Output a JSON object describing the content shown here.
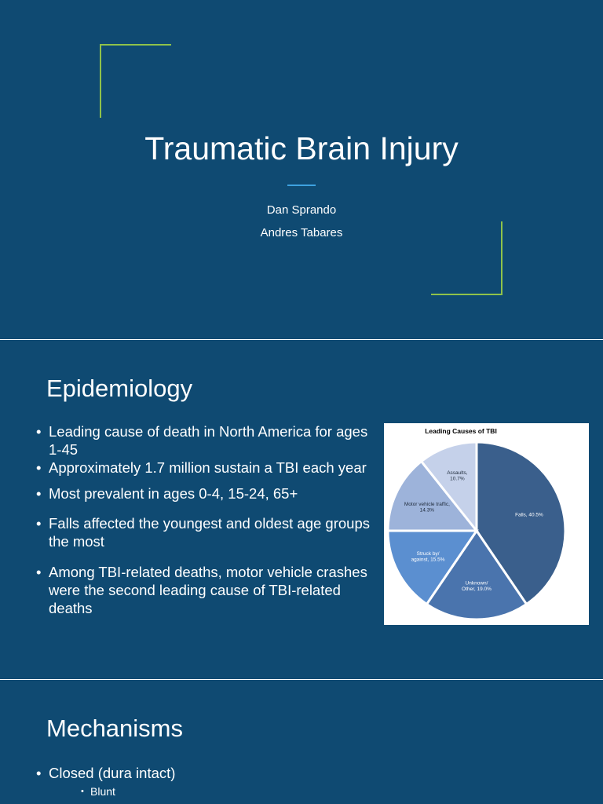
{
  "slides": {
    "title_slide": {
      "title": "Traumatic Brain Injury",
      "authors": [
        "Dan Sprando",
        "Andres Tabares"
      ]
    },
    "epidemiology": {
      "heading": "Epidemiology",
      "bullets": [
        "Leading cause of death in North America for ages 1-45",
        "Approximately 1.7 million sustain a TBI each year",
        "Most prevalent in ages 0-4, 15-24, 65+",
        "Falls affected the youngest and oldest age groups the most",
        "Among TBI-related deaths, motor vehicle crashes were the second leading cause of TBI-related deaths"
      ]
    },
    "mechanisms": {
      "heading": "Mechanisms",
      "bullets": [
        "Closed (dura intact)"
      ],
      "sub_bullets": [
        "Blunt"
      ]
    }
  },
  "colors": {
    "slide_bg": "#0f4a72",
    "accent_green": "#8fc24a",
    "accent_blue": "#3ea2e0"
  },
  "chart_data": {
    "type": "pie",
    "title": "Leading Causes of TBI",
    "slices": [
      {
        "label": "Falls, 40.5%",
        "value": 40.5,
        "color": "#3a5f8c"
      },
      {
        "label": "Unknown/ Other, 19.0%",
        "value": 19.0,
        "color": "#4a74ad"
      },
      {
        "label": "Struck by/ against, 15.5%",
        "value": 15.5,
        "color": "#5b8fd0"
      },
      {
        "label": "Motor vehicle traffic, 14.3%",
        "value": 14.3,
        "color": "#9db3da"
      },
      {
        "label": "Assaults, 10.7%",
        "value": 10.7,
        "color": "#c5d1ea"
      }
    ]
  }
}
